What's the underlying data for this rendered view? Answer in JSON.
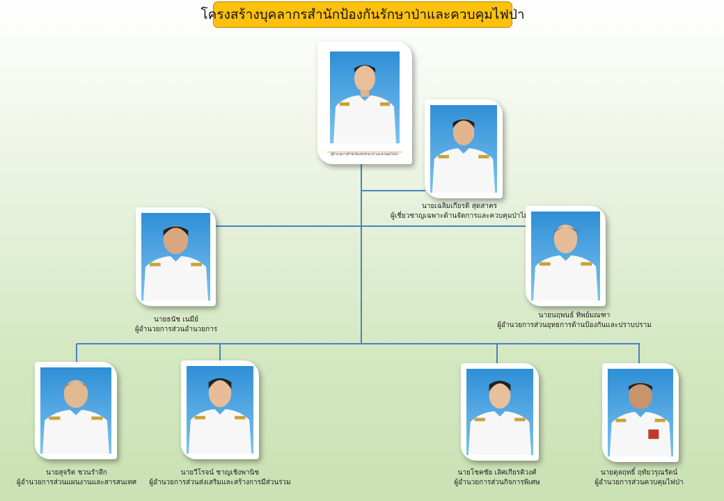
{
  "title": "โครงสร้างบุคลากรสำนักป้องกันรักษาป่าและควบคุมไฟป่า",
  "colors": {
    "title_bg": "#fdc10e",
    "connector": "#4a80c4",
    "photo_bg": "#2f8fd6"
  },
  "director": {
    "position": "ผู้อำนวยการสำนักป้องกันรักษาป่าและควบคุมไฟป่า"
  },
  "people": [
    {
      "name": "นายเฉลิมเกียรติ สุดสาคร",
      "position": "ผู้เชี่ยวชาญเฉพาะด้านจัดการและควบคุมป่าไม้"
    },
    {
      "name": "นายธนัช เนมีย์",
      "position": "ผู้อำนวยการส่วนอำนวยการ"
    },
    {
      "name": "นายนฤพนธ์ ทิพย์มณฑา",
      "position": "ผู้อำนวยการส่วนยุทธการด้านป้องกันและปราบปราม"
    },
    {
      "name": "นายสุจริต ชวนรำลึก",
      "position": "ผู้อำนวยการส่วนแผนงานและสารสนเทศ"
    },
    {
      "name": "นายวีโรจน์ ชาญเชิงพานิช",
      "position": "ผู้อำนวยการส่วนส่งเสริมและสร้างการมีส่วนร่วม"
    },
    {
      "name": "นายโชคชัย เลิศเกียรติวงศ์",
      "position": "ผู้อำนวยการส่วนกิจการพิเศษ"
    },
    {
      "name": "นายดุลฤทธิ์ ฤทัยวรุณรัตน์",
      "position": "ผู้อำนวยการส่วนควบคุมไฟป่า"
    }
  ]
}
